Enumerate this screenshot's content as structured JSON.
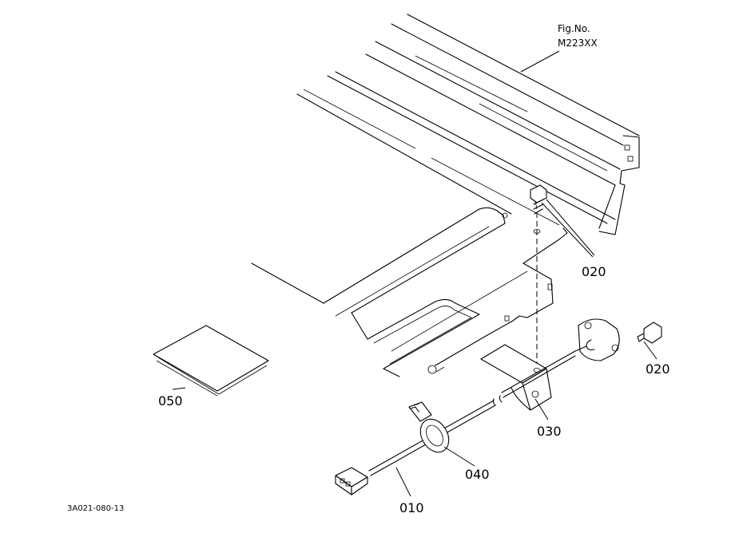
{
  "figure": {
    "fig_no_label": "Fig.No.",
    "fig_no_value": "M223XX",
    "footer_code": "3A021-080-13"
  },
  "callouts": [
    {
      "id": "010",
      "label": "010"
    },
    {
      "id": "020a",
      "label": "020"
    },
    {
      "id": "020b",
      "label": "020"
    },
    {
      "id": "030",
      "label": "030"
    },
    {
      "id": "040",
      "label": "040"
    },
    {
      "id": "050",
      "label": "050"
    }
  ]
}
